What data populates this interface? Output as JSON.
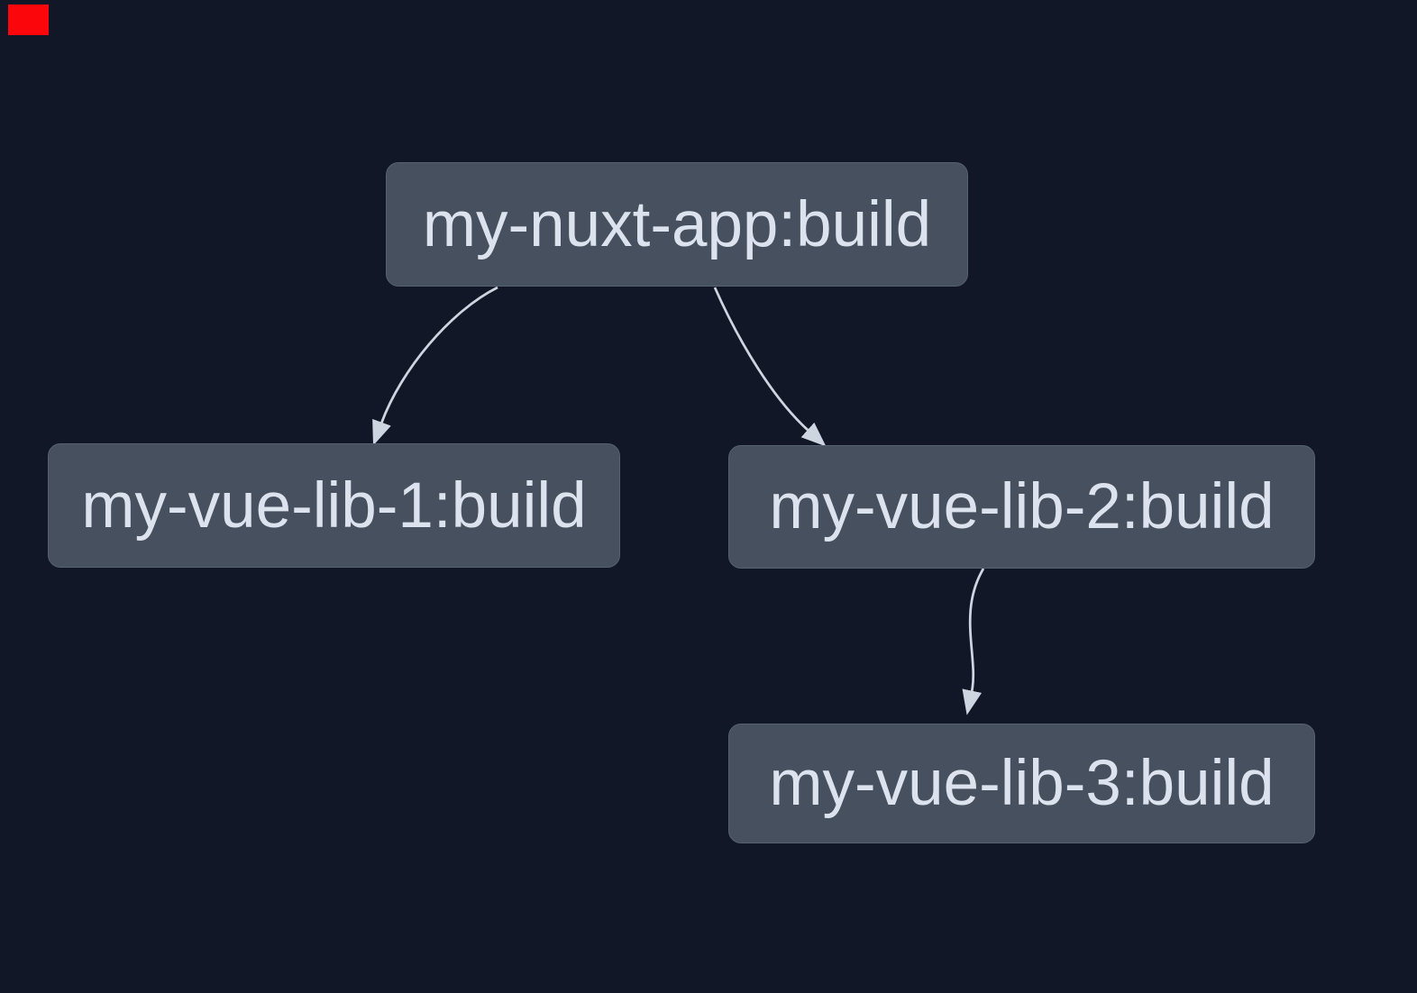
{
  "colors": {
    "background": "#111726",
    "node_fill": "#46505f",
    "node_border": "#566173",
    "node_text": "#dde3ee",
    "edge": "#cdd5e1",
    "corner_marker": "#fa060b"
  },
  "graph": {
    "nodes": [
      {
        "id": "my-nuxt-app:build",
        "label": "my-nuxt-app:build"
      },
      {
        "id": "my-vue-lib-1:build",
        "label": "my-vue-lib-1:build"
      },
      {
        "id": "my-vue-lib-2:build",
        "label": "my-vue-lib-2:build"
      },
      {
        "id": "my-vue-lib-3:build",
        "label": "my-vue-lib-3:build"
      }
    ],
    "edges": [
      {
        "from": "my-nuxt-app:build",
        "to": "my-vue-lib-1:build"
      },
      {
        "from": "my-nuxt-app:build",
        "to": "my-vue-lib-2:build"
      },
      {
        "from": "my-vue-lib-2:build",
        "to": "my-vue-lib-3:build"
      }
    ]
  }
}
